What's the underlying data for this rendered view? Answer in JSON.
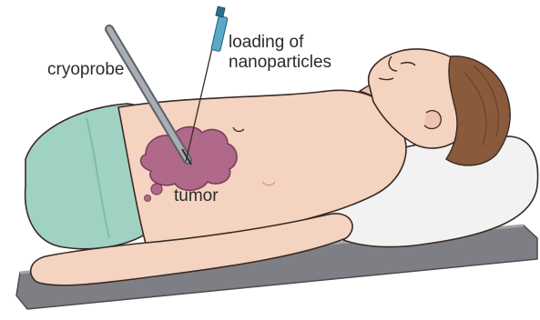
{
  "labels": {
    "cryoprobe": "cryoprobe",
    "loading_line1": "loading of",
    "loading_line2": "nanoparticles",
    "tumor": "tumor"
  },
  "colors": {
    "skin": "#f4d3c1",
    "skin_shadow": "#e9b9a6",
    "outline": "#3a2a24",
    "drape": "#9fd2c2",
    "drape_dark": "#7fbca9",
    "hair": "#8a5a3c",
    "pillow": "#f2f2f2",
    "table": "#7d7f84",
    "tumor": "#b0698a",
    "probe": "#8c9199",
    "syringe": "#5aa9c9"
  }
}
